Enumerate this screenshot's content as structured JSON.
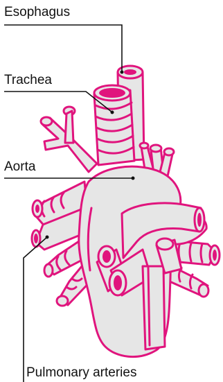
{
  "labels": {
    "esophagus": "Esophagus",
    "trachea": "Trachea",
    "aorta": "Aorta",
    "pulmonary_arteries": "Pulmonary arteries"
  },
  "colors": {
    "outline": "#e0147d",
    "fill": "#e6e6e6",
    "leader_line": "#111111",
    "text": "#111111"
  }
}
